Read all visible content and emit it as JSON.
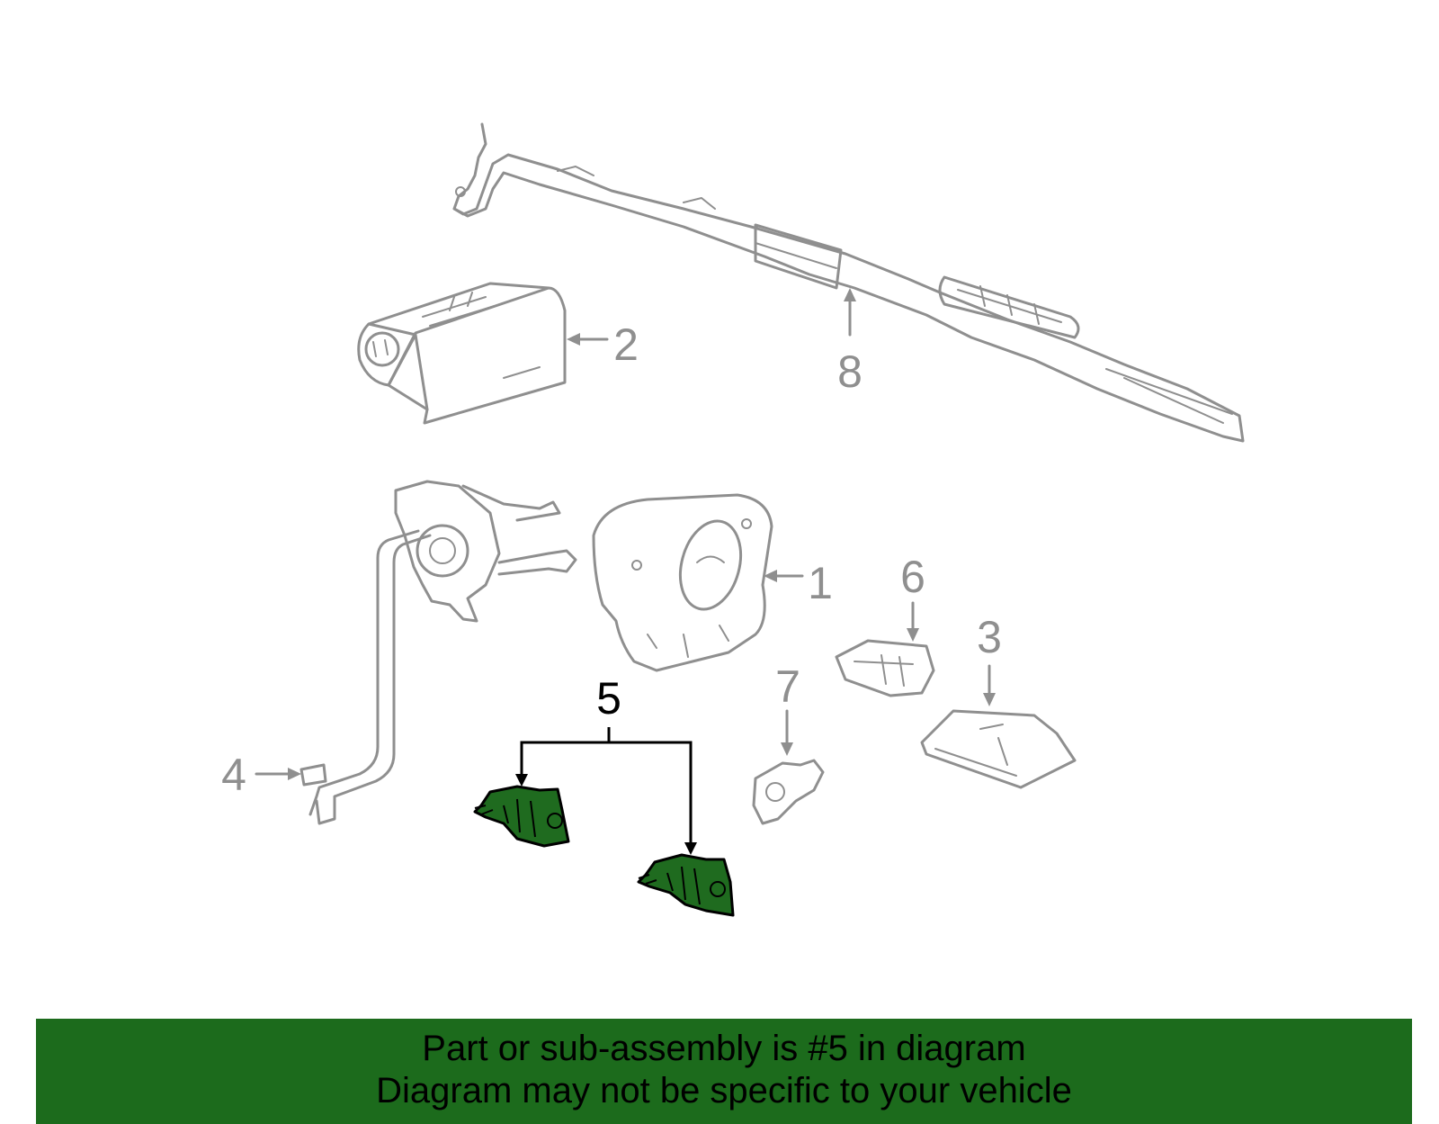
{
  "diagram": {
    "highlighted_callout": "5",
    "callouts": [
      {
        "id": "part-1",
        "label": "1"
      },
      {
        "id": "part-2",
        "label": "2"
      },
      {
        "id": "part-3",
        "label": "3"
      },
      {
        "id": "part-4",
        "label": "4"
      },
      {
        "id": "part-5",
        "label": "5"
      },
      {
        "id": "part-6",
        "label": "6"
      },
      {
        "id": "part-7",
        "label": "7"
      },
      {
        "id": "part-8",
        "label": "8"
      }
    ],
    "colors": {
      "outline": "#8f8f8f",
      "highlight_part": "#1f6b1f",
      "banner": "#1c6b1c"
    }
  },
  "banner": {
    "line1": "Part or sub-assembly is #5 in diagram",
    "line2": "Diagram may not be specific to your vehicle"
  }
}
